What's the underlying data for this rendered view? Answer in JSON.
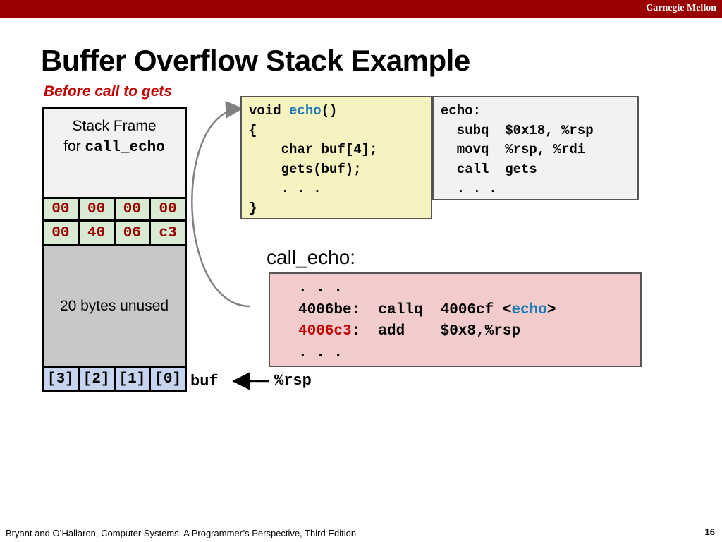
{
  "header": {
    "institution": "Carnegie Mellon"
  },
  "title": "Buffer Overflow Stack Example",
  "subtitle": "Before call to gets",
  "stack": {
    "frame_label_line1": "Stack Frame",
    "frame_label_for": "for",
    "frame_label_func": "call_echo",
    "row1": [
      "00",
      "00",
      "00",
      "00"
    ],
    "row2": [
      "00",
      "40",
      "06",
      "c3"
    ],
    "unused_label": "20 bytes unused",
    "buf_cells": [
      "[3]",
      "[2]",
      "[1]",
      "[0]"
    ],
    "buf_label": "buf",
    "rsp_label": "%rsp"
  },
  "c_code": {
    "l1_void": "void ",
    "l1_func": "echo",
    "l1_paren": "()",
    "l2": "{",
    "l3": "    char buf[4];",
    "l4": "    gets(buf);",
    "l5": "    . . .",
    "l6": "}"
  },
  "echo_asm": {
    "l1": "echo:",
    "l2": "  subq  $0x18, %rsp",
    "l3": "  movq  %rsp, %rdi",
    "l4": "  call  gets",
    "l5": "  . . ."
  },
  "call_echo": {
    "title": "call_echo:",
    "l1": ". . .",
    "l2_addr": "4006be:",
    "l2_instr": "  callq  4006cf <",
    "l2_func": "echo",
    "l2_close": ">",
    "l3_addr": "4006c3",
    "l3_rest": ":  add    $0x8,%rsp",
    "l4": ". . ."
  },
  "footer": {
    "citation": "Bryant and O’Hallaron, Computer Systems: A Programmer’s Perspective, Third Edition",
    "page": "16"
  },
  "colors": {
    "topbar": "#990000",
    "subtitle": "#c00000",
    "c_box_bg": "#f7f3c0",
    "callecho_bg": "#f2cccc",
    "ret_addr_cell_bg": "#d9ead3",
    "buf_cell_bg": "#c6d4f0",
    "blue_accent": "#1f7ab8"
  }
}
